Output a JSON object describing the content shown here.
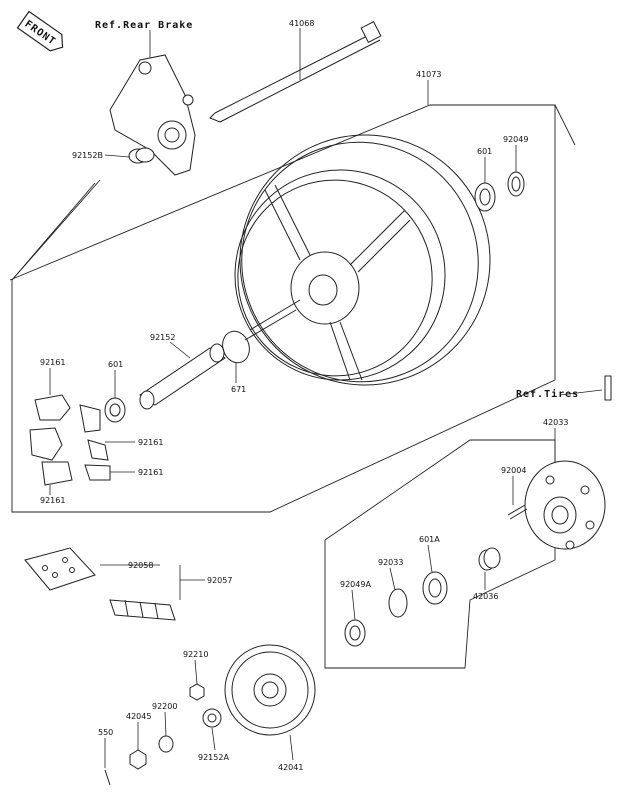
{
  "diagram": {
    "front_label": "FRONT",
    "refs": {
      "rear_brake": "Ref.Rear Brake",
      "tires": "Ref.Tires"
    },
    "part_labels": {
      "p41068": "41068",
      "p41073": "41073",
      "p92152B": "92152B",
      "p601_top": "601",
      "p92049": "92049",
      "p92152": "92152",
      "p92161_a": "92161",
      "p601_left": "601",
      "p671": "671",
      "p92161_b": "92161",
      "p92161_c": "92161",
      "p92161_d": "92161",
      "p42033": "42033",
      "p92004": "92004",
      "p92058": "92058",
      "p92057": "92057",
      "p92033": "92033",
      "p601A": "601A",
      "p92049A": "92049A",
      "p42036": "42036",
      "p92210": "92210",
      "p92200": "92200",
      "p42045": "42045",
      "p550": "550",
      "p92152A": "92152A",
      "p42041": "42041"
    }
  }
}
